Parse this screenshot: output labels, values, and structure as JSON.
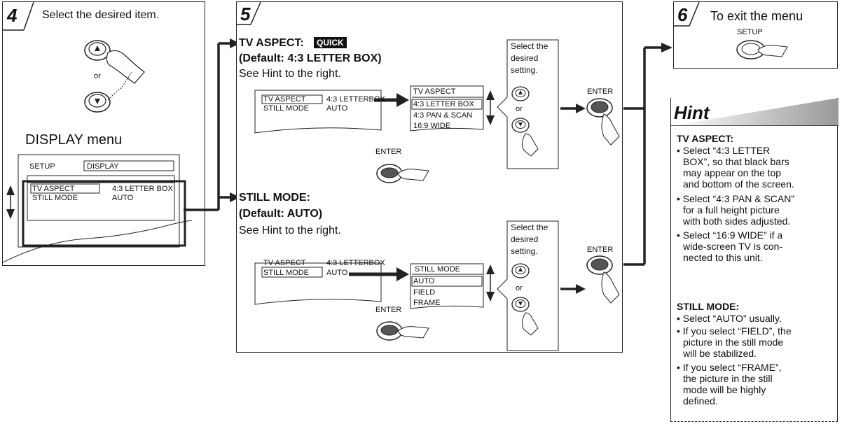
{
  "step4": {
    "number": "4",
    "title": "Select the desired item.",
    "or": "or",
    "menu_title": "DISPLAY menu",
    "screen": {
      "tab1": "SETUP",
      "tab2": "DISPLAY",
      "row1_label": "TV ASPECT",
      "row1_value": "4:3 LETTER BOX",
      "row2_label": "STILL MODE",
      "row2_value": "AUTO"
    }
  },
  "step5": {
    "number": "5",
    "tv": {
      "heading": "TV ASPECT:",
      "badge": "QUICK",
      "default": "(Default: 4:3 LETTER BOX)",
      "see_hint": "See Hint to the right.",
      "screen_row1_label": "TV ASPECT",
      "screen_row1_value": "4:3 LETTERBOX",
      "screen_row2_label": "STILL MODE",
      "screen_row2_value": "AUTO",
      "list_title": "TV ASPECT",
      "options": [
        "4:3 LETTER BOX",
        "4:3 PAN & SCAN",
        "16:9 WIDE"
      ],
      "select_text": [
        "Select the",
        "desired",
        "setting."
      ],
      "or": "or",
      "enter_top": "ENTER",
      "enter_bottom": "ENTER"
    },
    "still": {
      "heading": "STILL MODE:",
      "default": "(Default: AUTO)",
      "see_hint": "See Hint to the right.",
      "screen_row1_label": "TV ASPECT",
      "screen_row1_value": "4:3 LETTERBOX",
      "screen_row2_label": "STILL MODE",
      "screen_row2_value": "AUTO",
      "list_title": "STILL MODE",
      "options": [
        "AUTO",
        "FIELD",
        "FRAME"
      ],
      "select_text": [
        "Select the",
        "desired",
        "setting."
      ],
      "or": "or",
      "enter_top": "ENTER",
      "enter_bottom": "ENTER"
    }
  },
  "step6": {
    "number": "6",
    "title": "To exit the menu",
    "button_label": "SETUP"
  },
  "hint": {
    "title": "Hint",
    "tv_heading": "TV ASPECT:",
    "tv_items": [
      [
        "• Select “4:3 LETTER",
        "BOX”, so that black bars",
        "may appear on the top",
        "and bottom of the screen."
      ],
      [
        "• Select “4:3 PAN & SCAN”",
        "for a full height picture",
        "with both sides adjusted."
      ],
      [
        "• Select “16:9 WIDE” if a",
        "wide-screen TV is con-",
        "nected to this unit."
      ]
    ],
    "still_heading": "STILL MODE:",
    "still_items": [
      [
        "• Select “AUTO” usually."
      ],
      [
        "• If you select “FIELD”, the",
        "picture in the still mode",
        "will be stabilized."
      ],
      [
        "• If you select “FRAME”,",
        "the picture in the still",
        "mode will be highly",
        "defined."
      ]
    ]
  }
}
